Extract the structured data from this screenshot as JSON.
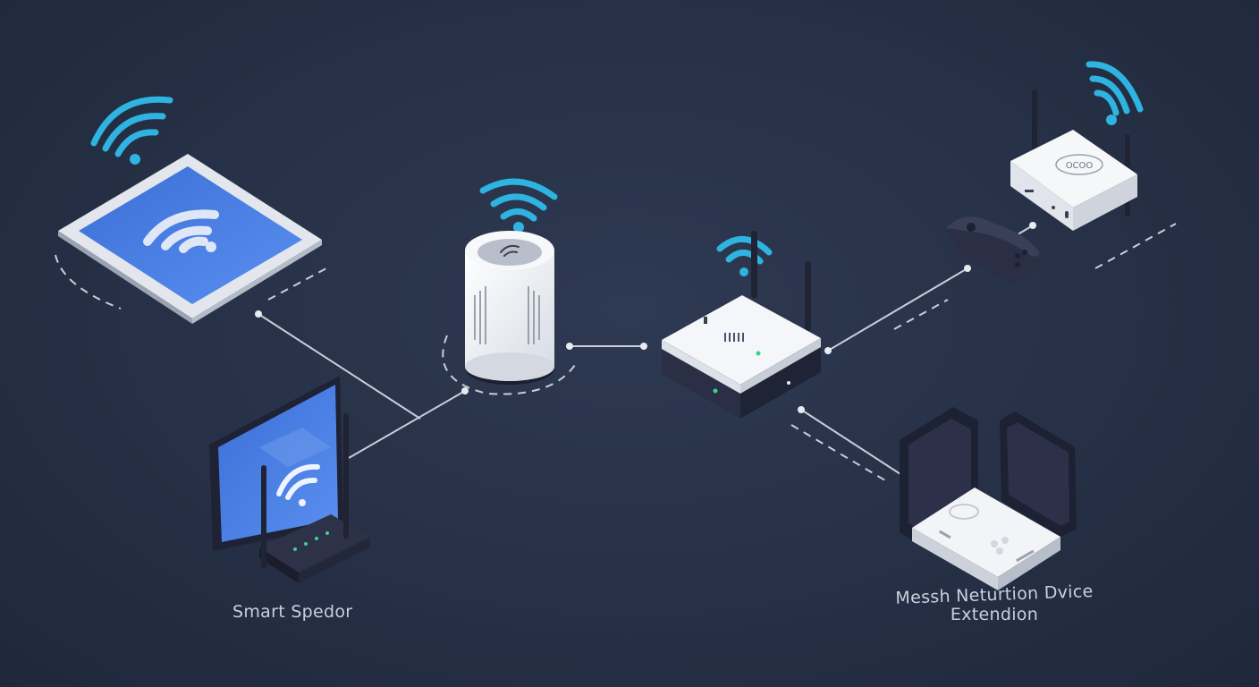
{
  "labels": {
    "smart_speaker": "Smart Spedor",
    "mesh_line1": "Messh Neturtion Dvice",
    "mesh_line2": "Extendion"
  },
  "devices": {
    "top_right_box_logo": "OCOO"
  },
  "colors": {
    "background": "#263046",
    "wifi_signal": "#2fb3e0",
    "connector_line": "#c9ced8",
    "device_white": "#f1f3f6",
    "device_dark": "#2a2f45",
    "screen_blue": "#4a7fe0",
    "led_green": "#3ad38a"
  },
  "icons": [
    "wifi-icon",
    "tablet-icon",
    "smart-speaker-icon",
    "router-icon",
    "game-controller-icon",
    "mesh-extender-icon",
    "smart-display-icon"
  ]
}
